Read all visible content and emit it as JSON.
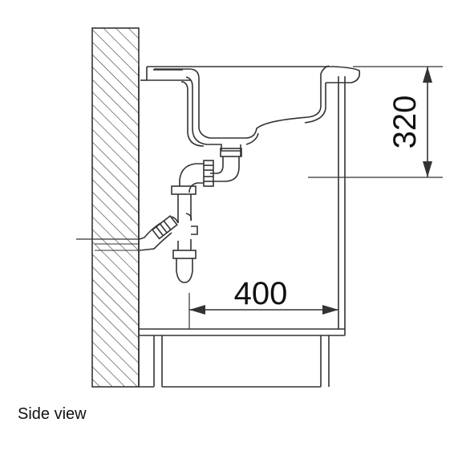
{
  "dimensions": {
    "height": "320",
    "depth": "400"
  },
  "caption": "Side view"
}
